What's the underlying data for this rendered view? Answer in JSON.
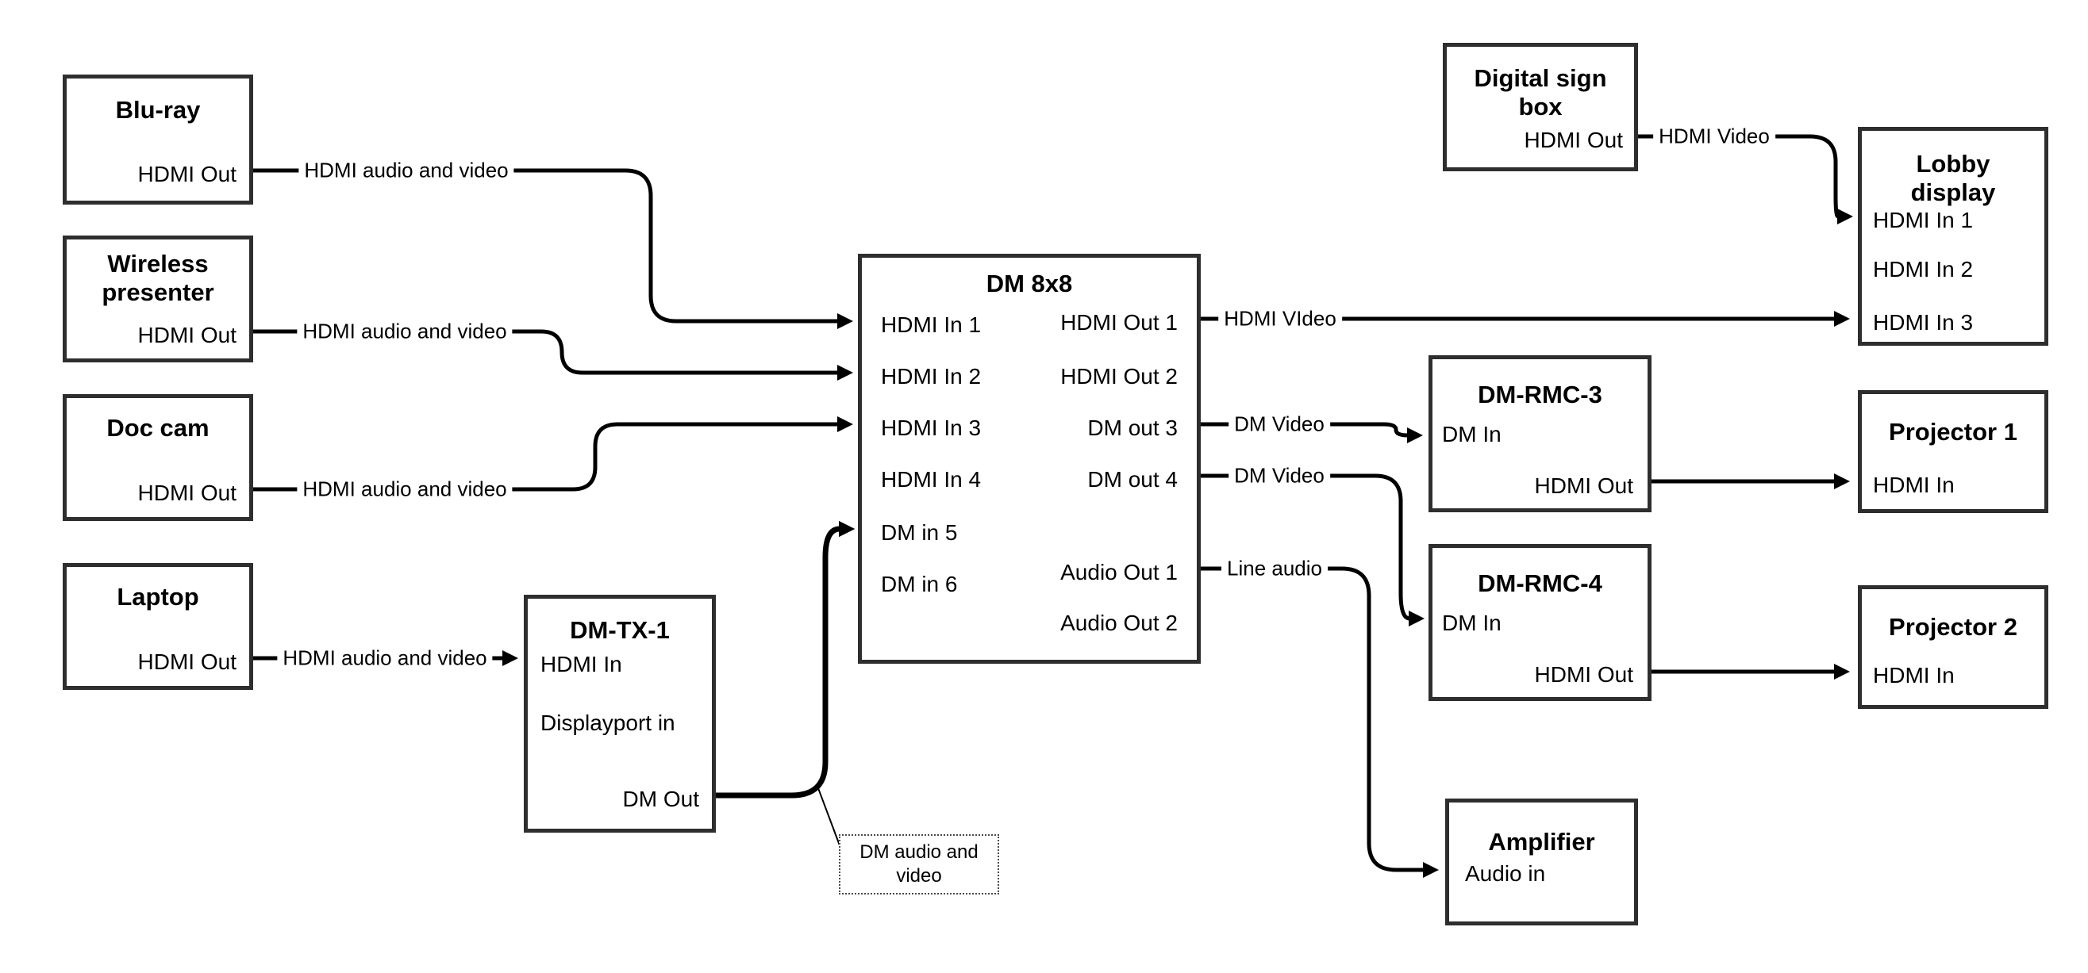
{
  "nodes": {
    "bluray": {
      "title": "Blu-ray",
      "ports": {
        "hdmi_out": "HDMI Out"
      }
    },
    "wireless": {
      "title": "Wireless presenter",
      "ports": {
        "hdmi_out": "HDMI Out"
      }
    },
    "doccam": {
      "title": "Doc cam",
      "ports": {
        "hdmi_out": "HDMI Out"
      }
    },
    "laptop": {
      "title": "Laptop",
      "ports": {
        "hdmi_out": "HDMI Out"
      }
    },
    "dmtx1": {
      "title": "DM-TX-1",
      "ports": {
        "hdmi_in": "HDMI In",
        "displayport_in": "Displayport in",
        "dm_out": "DM Out"
      }
    },
    "dm8x8": {
      "title": "DM 8x8",
      "ports": {
        "hdmi_in_1": "HDMI In 1",
        "hdmi_in_2": "HDMI In 2",
        "hdmi_in_3": "HDMI In 3",
        "hdmi_in_4": "HDMI In 4",
        "dm_in_5": "DM in 5",
        "dm_in_6": "DM in 6",
        "hdmi_out_1": "HDMI Out 1",
        "hdmi_out_2": "HDMI Out 2",
        "dm_out_3": "DM out 3",
        "dm_out_4": "DM out 4",
        "audio_out_1": "Audio Out 1",
        "audio_out_2": "Audio Out 2"
      }
    },
    "digisign": {
      "title": "Digital sign box",
      "ports": {
        "hdmi_out": "HDMI Out"
      }
    },
    "lobby": {
      "title": "Lobby display",
      "ports": {
        "hdmi_in_1": "HDMI In 1",
        "hdmi_in_2": "HDMI In 2",
        "hdmi_in_3": "HDMI In 3"
      }
    },
    "dmrmc3": {
      "title": "DM-RMC-3",
      "ports": {
        "dm_in": "DM In",
        "hdmi_out": "HDMI Out"
      }
    },
    "proj1": {
      "title": "Projector 1",
      "ports": {
        "hdmi_in": "HDMI In"
      }
    },
    "dmrmc4": {
      "title": "DM-RMC-4",
      "ports": {
        "dm_in": "DM In",
        "hdmi_out": "HDMI Out"
      }
    },
    "proj2": {
      "title": "Projector 2",
      "ports": {
        "hdmi_in": "HDMI In"
      }
    },
    "amp": {
      "title": "Amplifier",
      "ports": {
        "audio_in": "Audio in"
      }
    }
  },
  "edge_labels": {
    "bluray_line": "HDMI audio and video",
    "wireless_line": "HDMI audio and video",
    "doccam_line": "HDMI audio and video",
    "laptop_line": "HDMI audio and video",
    "hdmi_out1_line": "HDMI VIdeo",
    "dm_out3_line": "DM Video",
    "dm_out4_line": "DM Video",
    "audio_out1_line": "Line audio",
    "digisign_line": "HDMI Video"
  },
  "callout": {
    "text": "DM audio and video"
  },
  "connections": [
    {
      "from": "Blu-ray HDMI Out",
      "to": "DM 8x8 HDMI In 1",
      "label": "HDMI audio and video"
    },
    {
      "from": "Wireless presenter HDMI Out",
      "to": "DM 8x8 HDMI In 2",
      "label": "HDMI audio and video"
    },
    {
      "from": "Doc cam HDMI Out",
      "to": "DM 8x8 HDMI In 3",
      "label": "HDMI audio and video"
    },
    {
      "from": "Laptop HDMI Out",
      "to": "DM-TX-1 HDMI In",
      "label": "HDMI audio and video"
    },
    {
      "from": "DM-TX-1 DM Out",
      "to": "DM 8x8 DM in 5",
      "label": "DM audio and video"
    },
    {
      "from": "DM 8x8 HDMI Out 1",
      "to": "Lobby display HDMI In 3",
      "label": "HDMI VIdeo"
    },
    {
      "from": "DM 8x8 DM out 3",
      "to": "DM-RMC-3 DM In",
      "label": "DM Video"
    },
    {
      "from": "DM 8x8 DM out 4",
      "to": "DM-RMC-4 DM In",
      "label": "DM Video"
    },
    {
      "from": "DM 8x8 Audio Out 1",
      "to": "Amplifier Audio in",
      "label": "Line audio"
    },
    {
      "from": "Digital sign box HDMI Out",
      "to": "Lobby display HDMI In 1",
      "label": "HDMI Video"
    },
    {
      "from": "DM-RMC-3 HDMI Out",
      "to": "Projector 1 HDMI In",
      "label": ""
    },
    {
      "from": "DM-RMC-4 HDMI Out",
      "to": "Projector 2 HDMI In",
      "label": ""
    }
  ],
  "colors": {
    "box_border": "#2e2e2e",
    "line": "#000000",
    "background": "#ffffff",
    "text": "#000000"
  }
}
